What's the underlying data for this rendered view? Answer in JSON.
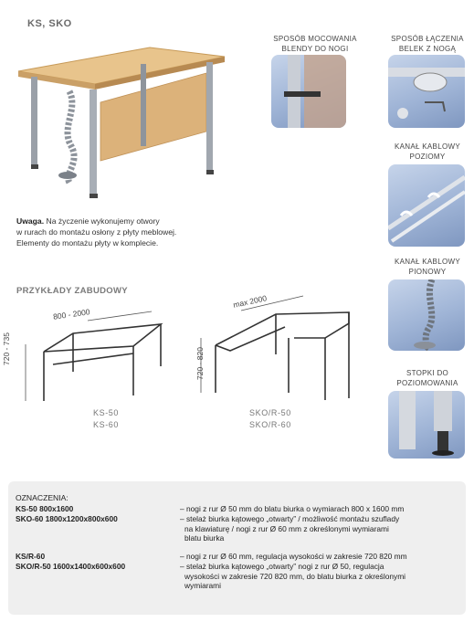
{
  "header": {
    "title": "KS, SKO"
  },
  "features": [
    {
      "caption_l1": "SPOSÓB MOCOWANIA",
      "caption_l2": "BLENDY DO NOGI"
    },
    {
      "caption_l1": "SPOSÓB ŁĄCZENIA",
      "caption_l2": "BELEK Z NOGĄ"
    },
    {
      "caption_l1": "KANAŁ KABLOWY",
      "caption_l2": "POZIOMY"
    },
    {
      "caption_l1": "KANAŁ KABLOWY",
      "caption_l2": "PIONOWY"
    },
    {
      "caption_l1": "STOPKI DO",
      "caption_l2": "POZIOMOWANIA"
    }
  ],
  "note": {
    "label": "Uwaga.",
    "line1": " Na życzenie wykonujemy otwory",
    "line2": "w rurach do montażu osłony z płyty meblowej.",
    "line3": "Elementy do montażu płyty w komplecie."
  },
  "examples": {
    "title": "PRZYKŁADY ZABUDOWY",
    "ks": {
      "width_label": "800 - 2000",
      "height_label": "720 - 735",
      "model1": "KS-50",
      "model2": "KS-60"
    },
    "sko": {
      "width_label": "max 2000",
      "height_label": "720 - 820",
      "model1": "SKO/R-50",
      "model2": "SKO/R-60"
    }
  },
  "legend": {
    "heading": "OZNACZENIA:",
    "rows": [
      {
        "code": "KS-50  800x1600",
        "lines": [
          "– nogi z rur Ø 50 mm do blatu biurka o wymiarach 800 x 1600 mm"
        ]
      },
      {
        "code": "SKO-60  1800x1200x800x600",
        "lines": [
          "– stelaż biurka kątowego „otwarty” / możliwość montażu szuflady",
          "na klawiaturę / nogi z rur Ø 60 mm z określonymi wymiarami",
          "blatu biurka"
        ]
      },
      {
        "code": "KS/R-60",
        "lines": [
          "– nogi z rur Ø 60 mm, regulacja wysokości w zakresie 720  820 mm"
        ]
      },
      {
        "code": "SKO/R-50  1600x1400x600x600",
        "lines": [
          "– stelaż biurka kątowego „otwarty” nogi z rur Ø 50, regulacja",
          "wysokości w zakresie 720  820 mm, do blatu biurka z określonymi",
          "wymiarami"
        ]
      }
    ]
  }
}
